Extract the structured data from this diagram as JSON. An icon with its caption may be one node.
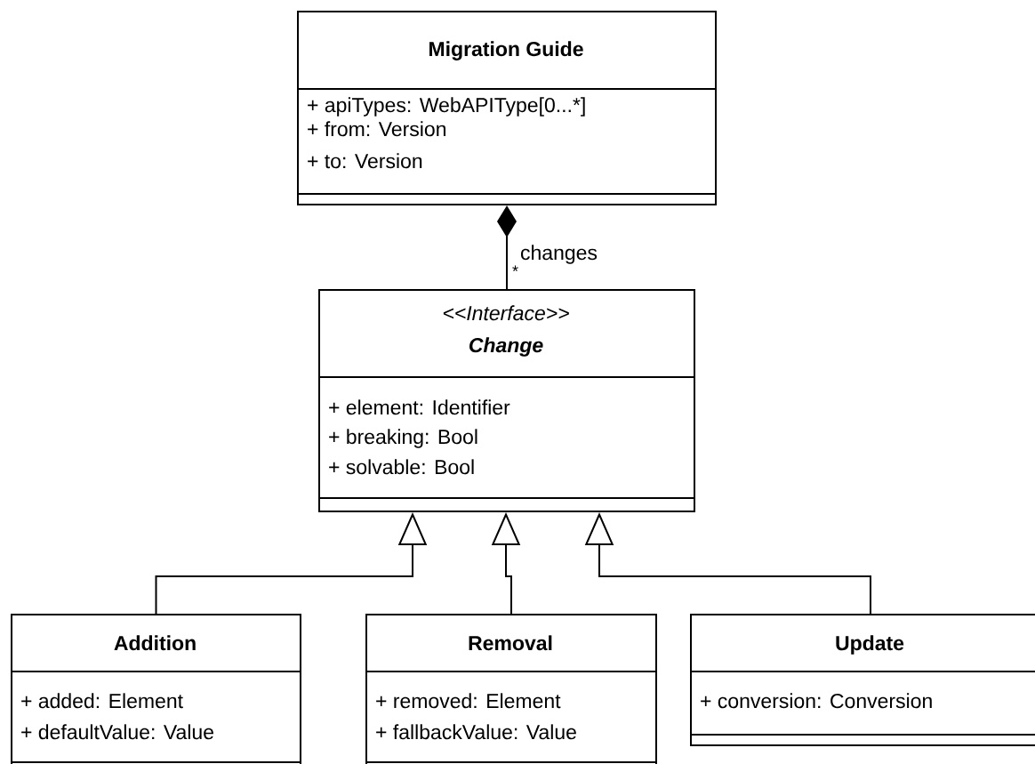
{
  "diagram": {
    "nodes": [
      {
        "text": [
          "Migration Guide",
          "+ apiTypes: WebAPIType[0...*]",
          "+ from: Version",
          "+ to: Version"
        ]
      },
      {
        "text": [
          "<<Interface>>",
          "Change",
          "+ element: Identifier",
          "+ breaking: Bool",
          "+ solvable: Bool"
        ]
      },
      {
        "text": [
          "Addition",
          "+ added: Element",
          "+ defaultValue: Value"
        ]
      },
      {
        "text": [
          "Removal",
          "+ removed: Element",
          "+ fallbackValue: Value"
        ]
      },
      {
        "text": [
          "Update",
          "+ conversion: Conversion"
        ]
      }
    ],
    "edges": [
      {
        "from": 1,
        "to": 0,
        "arrow": "other",
        "label": "changes"
      },
      {
        "from": 2,
        "to": 1,
        "arrow": "to"
      },
      {
        "from": 3,
        "to": 1,
        "arrow": "to"
      },
      {
        "from": 4,
        "to": 1,
        "arrow": "to"
      }
    ],
    "labels": [
      "*"
    ]
  }
}
